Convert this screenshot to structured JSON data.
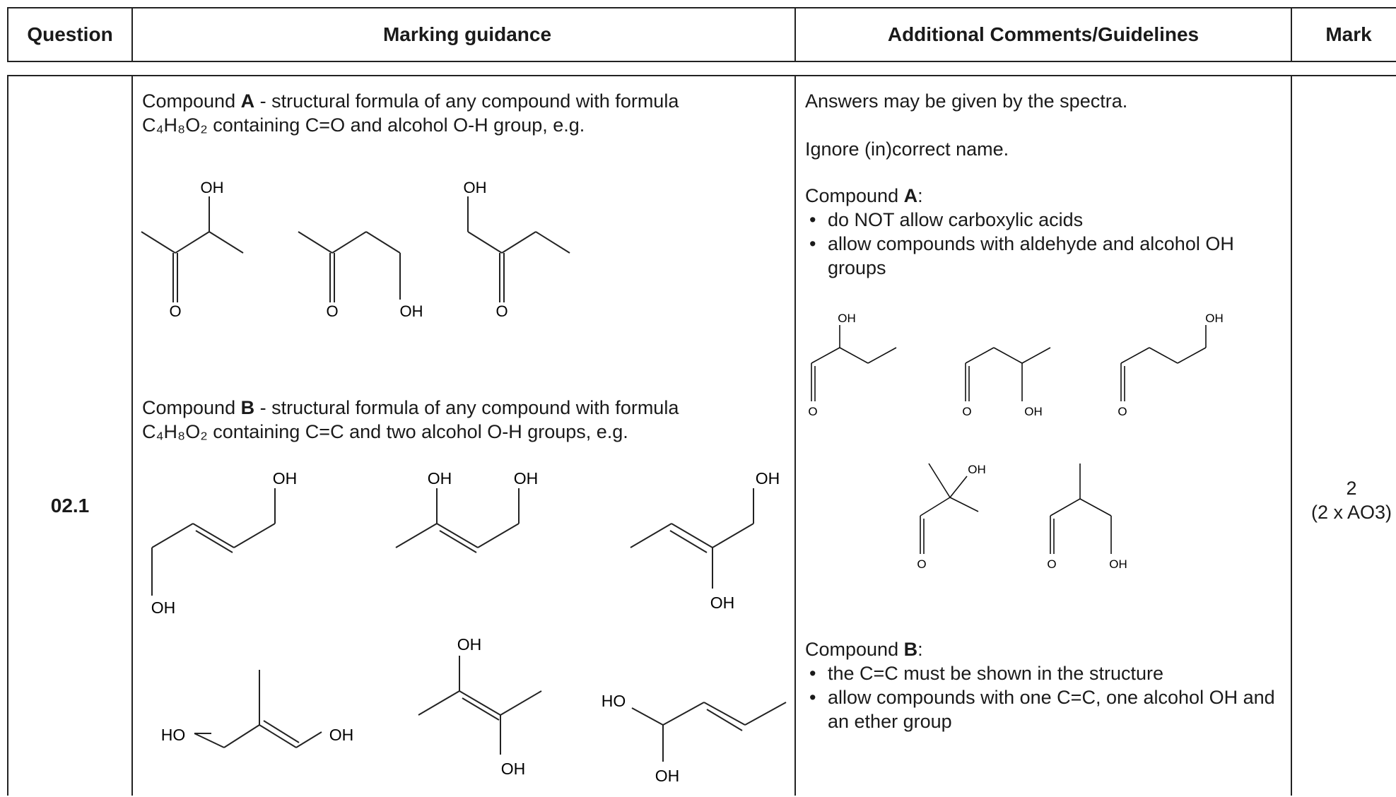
{
  "header": {
    "question": "Question",
    "guidance": "Marking guidance",
    "comments": "Additional Comments/Guidelines",
    "mark": "Mark"
  },
  "row": {
    "question_number": "02.1",
    "guidance": {
      "compound_a": {
        "prefix": "Compound ",
        "letter": "A",
        "line1_rest": " - structural formula of any compound with formula",
        "formula": "C₄H₈O₂",
        "line2_rest": " containing C=O and alcohol O-H group, e.g."
      },
      "compound_b": {
        "prefix": "Compound ",
        "letter": "B",
        "line1_rest": " - structural formula of any compound with formula",
        "formula": "C₄H₈O₂",
        "line2_rest": " containing C=C and two alcohol O-H groups, e.g."
      }
    },
    "comments": {
      "line1": "Answers may be given by the spectra.",
      "line2": "Ignore (in)correct name.",
      "compound_a_heading": {
        "prefix": "Compound ",
        "letter": "A",
        "suffix": ":"
      },
      "compound_a_bullets": [
        "do NOT allow carboxylic acids",
        "allow compounds with aldehyde and alcohol OH groups"
      ],
      "compound_b_heading": {
        "prefix": "Compound ",
        "letter": "B",
        "suffix": ":"
      },
      "compound_b_bullets": [
        "the C=C must be shown in the structure",
        "allow compounds with one C=C, one alcohol OH and an ether group"
      ]
    },
    "mark": {
      "value": "2",
      "ao": "(2 x AO3)"
    }
  },
  "atom_labels": {
    "oh": "OH",
    "ho": "HO",
    "o": "O"
  }
}
